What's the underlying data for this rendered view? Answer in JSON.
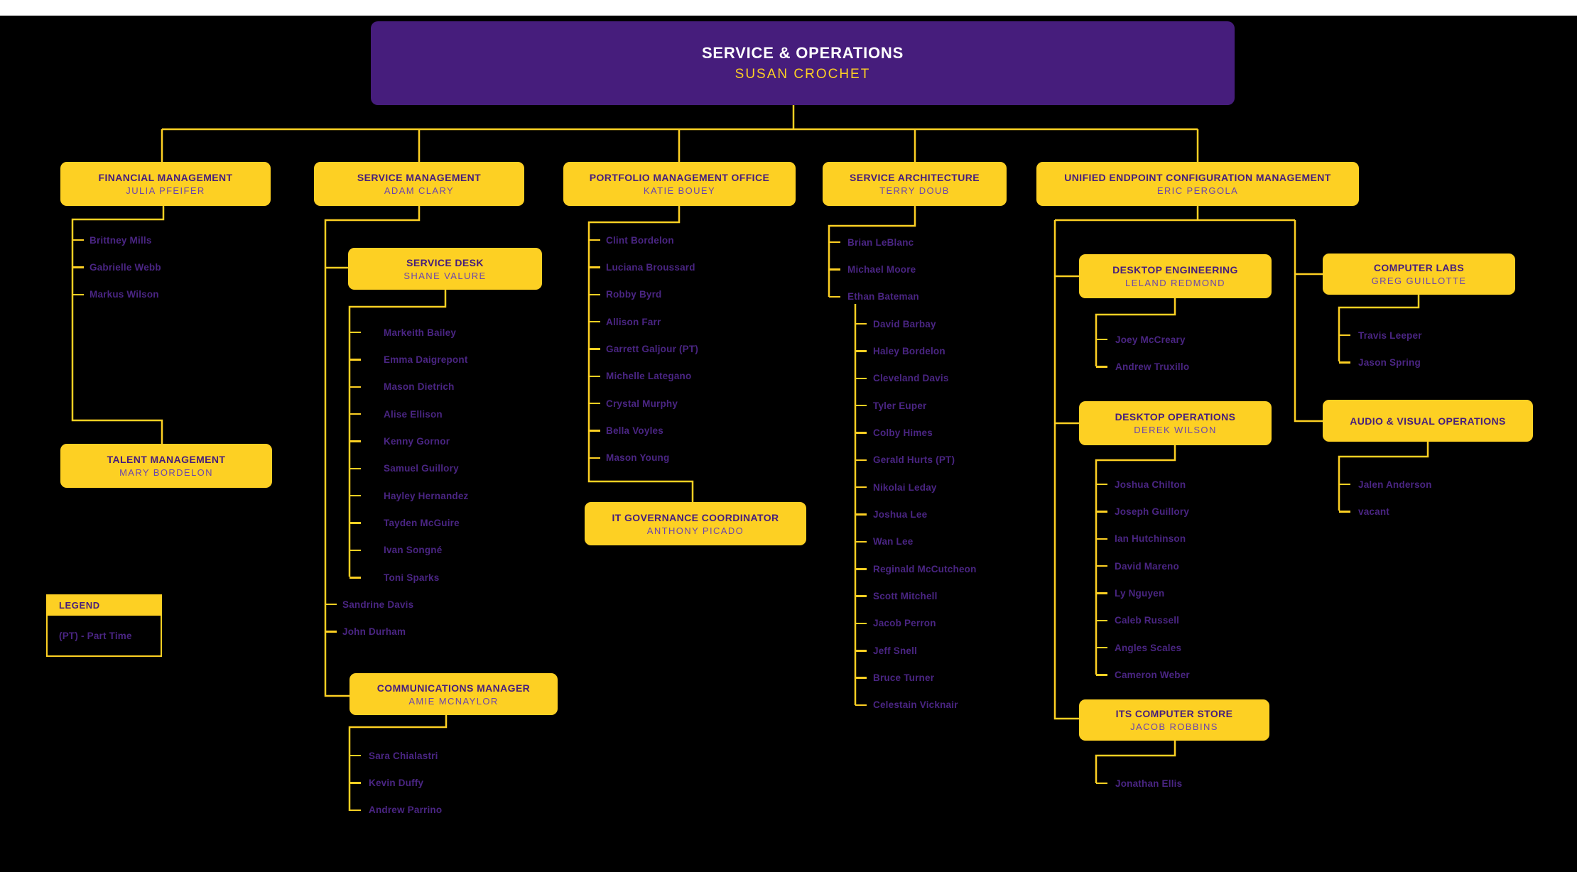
{
  "palette": {
    "purple": "#461D7C",
    "gold": "#FDD023",
    "name_purple": "#6B44AF",
    "list_purple": "#4A2583",
    "background": "#000000"
  },
  "root": {
    "title": "SERVICE & OPERATIONS",
    "name": "SUSAN CROCHET"
  },
  "departments": {
    "financial": {
      "title": "FINANCIAL MANAGEMENT",
      "name": "JULIA PFEIFER"
    },
    "service_management": {
      "title": "SERVICE MANAGEMENT",
      "name": "ADAM CLARY"
    },
    "portfolio": {
      "title": "PORTFOLIO MANAGEMENT OFFICE",
      "name": "KATIE BOUEY"
    },
    "service_architecture": {
      "title": "SERVICE ARCHITECTURE",
      "name": "TERRY DOUB"
    },
    "uecm": {
      "title": "UNIFIED ENDPOINT CONFIGURATION MANAGEMENT",
      "name": "ERIC PERGOLA"
    },
    "talent": {
      "title": "TALENT MANAGEMENT",
      "name": "MARY BORDELON"
    },
    "service_desk": {
      "title": "SERVICE DESK",
      "name": "SHANE VALURE"
    },
    "communications": {
      "title": "COMMUNICATIONS MANAGER",
      "name": "AMIE MCNAYLOR"
    },
    "it_governance": {
      "title": "IT GOVERNANCE COORDINATOR",
      "name": "ANTHONY PICADO"
    },
    "desktop_engineering": {
      "title": "DESKTOP ENGINEERING",
      "name": "LELAND REDMOND"
    },
    "desktop_operations": {
      "title": "DESKTOP OPERATIONS",
      "name": "DEREK WILSON"
    },
    "its_computer_store": {
      "title": "ITS COMPUTER STORE",
      "name": "JACOB ROBBINS"
    },
    "computer_labs": {
      "title": "COMPUTER LABS",
      "name": "GREG GUILLOTTE"
    },
    "av_operations": {
      "title": "AUDIO & VISUAL OPERATIONS"
    }
  },
  "staff": {
    "financial": [
      "Brittney Mills",
      "Gabrielle Webb",
      "Markus Wilson"
    ],
    "service_management": [
      "Sandrine Davis",
      "John Durham"
    ],
    "service_desk": [
      "Markeith Bailey",
      "Emma Daigrepont",
      "Mason Dietrich",
      "Alise Ellison",
      "Kenny Gornor",
      "Samuel Guillory",
      "Hayley Hernandez",
      "Tayden McGuire",
      "Ivan Songné",
      "Toni Sparks"
    ],
    "communications": [
      "Sara Chialastri",
      "Kevin Duffy",
      "Andrew Parrino"
    ],
    "portfolio": [
      "Clint Bordelon",
      "Luciana Broussard",
      "Robby Byrd",
      "Allison Farr",
      "Garrett Galjour (PT)",
      "Michelle Lategano",
      "Crystal Murphy",
      "Bella Voyles",
      "Mason Young"
    ],
    "service_architecture": [
      "Brian LeBlanc",
      "Michael Moore",
      "Ethan Bateman"
    ],
    "ethan_bateman_team": [
      "David Barbay",
      "Haley Bordelon",
      "Cleveland Davis",
      "Tyler Euper",
      "Colby Himes",
      "Gerald Hurts (PT)",
      "Nikolai Leday",
      "Joshua Lee",
      "Wan Lee",
      "Reginald McCutcheon",
      "Scott Mitchell",
      "Jacob Perron",
      "Jeff Snell",
      "Bruce Turner",
      "Celestain Vicknair"
    ],
    "desktop_engineering": [
      "Joey McCreary",
      "Andrew Truxillo"
    ],
    "desktop_operations": [
      "Joshua Chilton",
      "Joseph Guillory",
      "Ian Hutchinson",
      "David Mareno",
      "Ly Nguyen",
      "Caleb Russell",
      "Angles Scales",
      "Cameron Weber"
    ],
    "its_computer_store": [
      "Jonathan Ellis"
    ],
    "computer_labs": [
      "Travis Leeper",
      "Jason Spring"
    ],
    "av_operations": [
      "Jalen Anderson",
      "vacant"
    ]
  },
  "legend": {
    "header": "LEGEND",
    "entry": "(PT) - Part Time"
  }
}
